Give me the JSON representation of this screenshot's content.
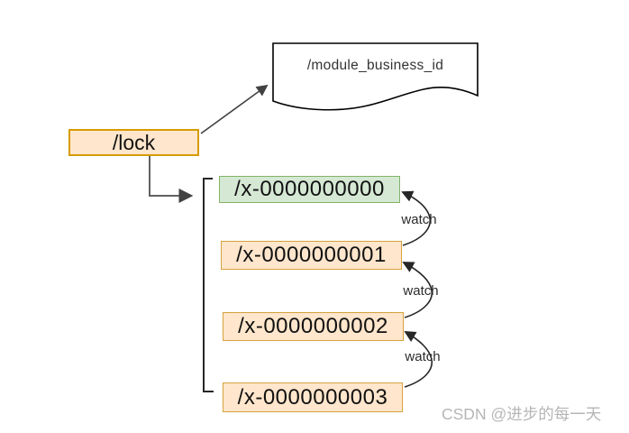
{
  "diagram": {
    "root_node": {
      "label": "/lock",
      "fill": "#ffe6cc",
      "border": "#d79b00"
    },
    "document_node": {
      "label": "/module_business_id",
      "fill": "#ffffff",
      "border": "#000000"
    },
    "child_nodes": [
      {
        "label": "/x-0000000000",
        "fill": "#d5e8d4",
        "border": "#82b366"
      },
      {
        "label": "/x-0000000001",
        "fill": "#ffe6cc",
        "border": "#d6a23d"
      },
      {
        "label": "/x-0000000002",
        "fill": "#ffe6cc",
        "border": "#d6a23d"
      },
      {
        "label": "/x-0000000003",
        "fill": "#ffe6cc",
        "border": "#d6a23d"
      }
    ],
    "watch_labels": [
      "watch",
      "watch",
      "watch"
    ],
    "line_colors": {
      "connector": "#616161",
      "arrow": "#424242",
      "bracket": "#262626",
      "watch_arc": "#262626"
    }
  },
  "watermark": {
    "text": "CSDN @进步的每一天",
    "color": "#b6b6b6"
  }
}
